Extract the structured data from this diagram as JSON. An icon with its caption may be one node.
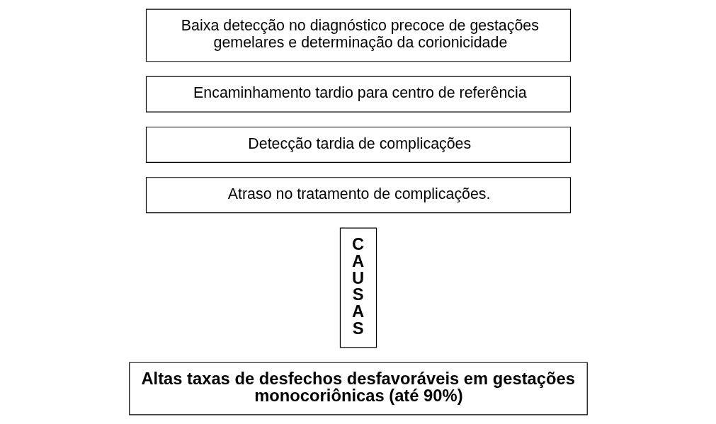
{
  "diagram": {
    "nodes": [
      {
        "text": [
          "Altas taxas de desfechos desfavoráveis em gestações monocoriônicas (até 90%)"
        ]
      },
      {
        "text": [
          "C A U S A S"
        ]
      },
      {
        "text": [
          "Atraso no tratamento de complicações."
        ]
      },
      {
        "text": [
          "Detecção tardia de complicações"
        ]
      },
      {
        "text": [
          "Encaminhamento tardio para centro de referência"
        ]
      },
      {
        "text": [
          "Baixa detecção no diagnóstico precoce de gestações gemelares e determinação da corionicidade"
        ]
      }
    ],
    "edges": []
  }
}
